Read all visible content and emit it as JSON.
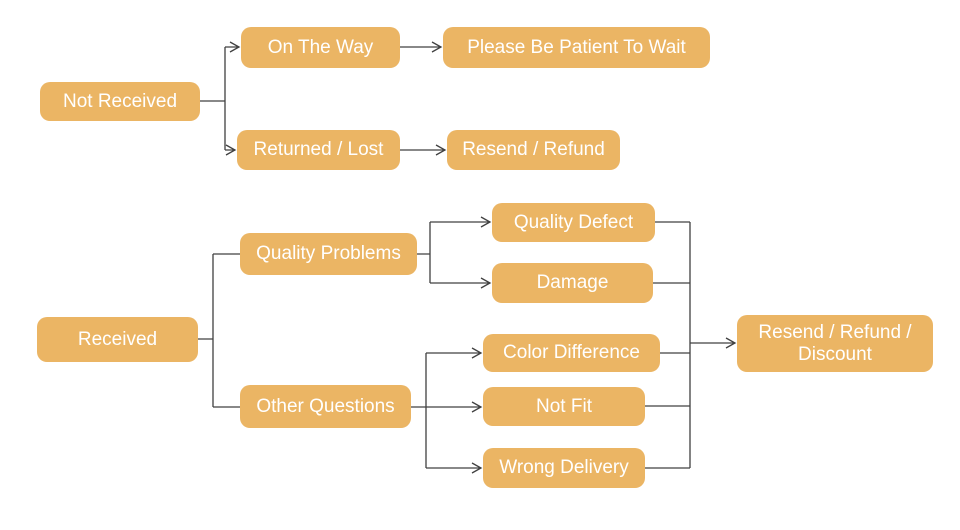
{
  "diagram": {
    "background": "#ffffff",
    "node_fill": "#ebb564",
    "node_text_color": "#ffffff",
    "line_color": "#404040",
    "nodes": {
      "not_received": "Not Received",
      "on_the_way": "On The Way",
      "please_be_patient": "Please Be Patient To Wait",
      "returned_lost": "Returned / Lost",
      "resend_refund": "Resend / Refund",
      "received": "Received",
      "quality_problems": "Quality Problems",
      "other_questions": "Other Questions",
      "quality_defect": "Quality Defect",
      "damage": "Damage",
      "color_difference": "Color Difference",
      "not_fit": "Not Fit",
      "wrong_delivery": "Wrong Delivery",
      "resend_refund_discount": "Resend / Refund / Discount"
    },
    "edges": [
      {
        "from": "not_received",
        "to": "on_the_way",
        "arrow": true
      },
      {
        "from": "not_received",
        "to": "returned_lost",
        "arrow": true
      },
      {
        "from": "on_the_way",
        "to": "please_be_patient",
        "arrow": true
      },
      {
        "from": "returned_lost",
        "to": "resend_refund",
        "arrow": true
      },
      {
        "from": "received",
        "to": "quality_problems",
        "arrow": false
      },
      {
        "from": "received",
        "to": "other_questions",
        "arrow": false
      },
      {
        "from": "quality_problems",
        "to": "quality_defect",
        "arrow": true
      },
      {
        "from": "quality_problems",
        "to": "damage",
        "arrow": true
      },
      {
        "from": "other_questions",
        "to": "color_difference",
        "arrow": true
      },
      {
        "from": "other_questions",
        "to": "not_fit",
        "arrow": true
      },
      {
        "from": "other_questions",
        "to": "wrong_delivery",
        "arrow": true
      },
      {
        "from": "quality_defect",
        "to": "resend_refund_discount",
        "arrow": true
      },
      {
        "from": "damage",
        "to": "resend_refund_discount",
        "arrow": true
      },
      {
        "from": "color_difference",
        "to": "resend_refund_discount",
        "arrow": true
      },
      {
        "from": "not_fit",
        "to": "resend_refund_discount",
        "arrow": true
      },
      {
        "from": "wrong_delivery",
        "to": "resend_refund_discount",
        "arrow": true
      }
    ]
  }
}
